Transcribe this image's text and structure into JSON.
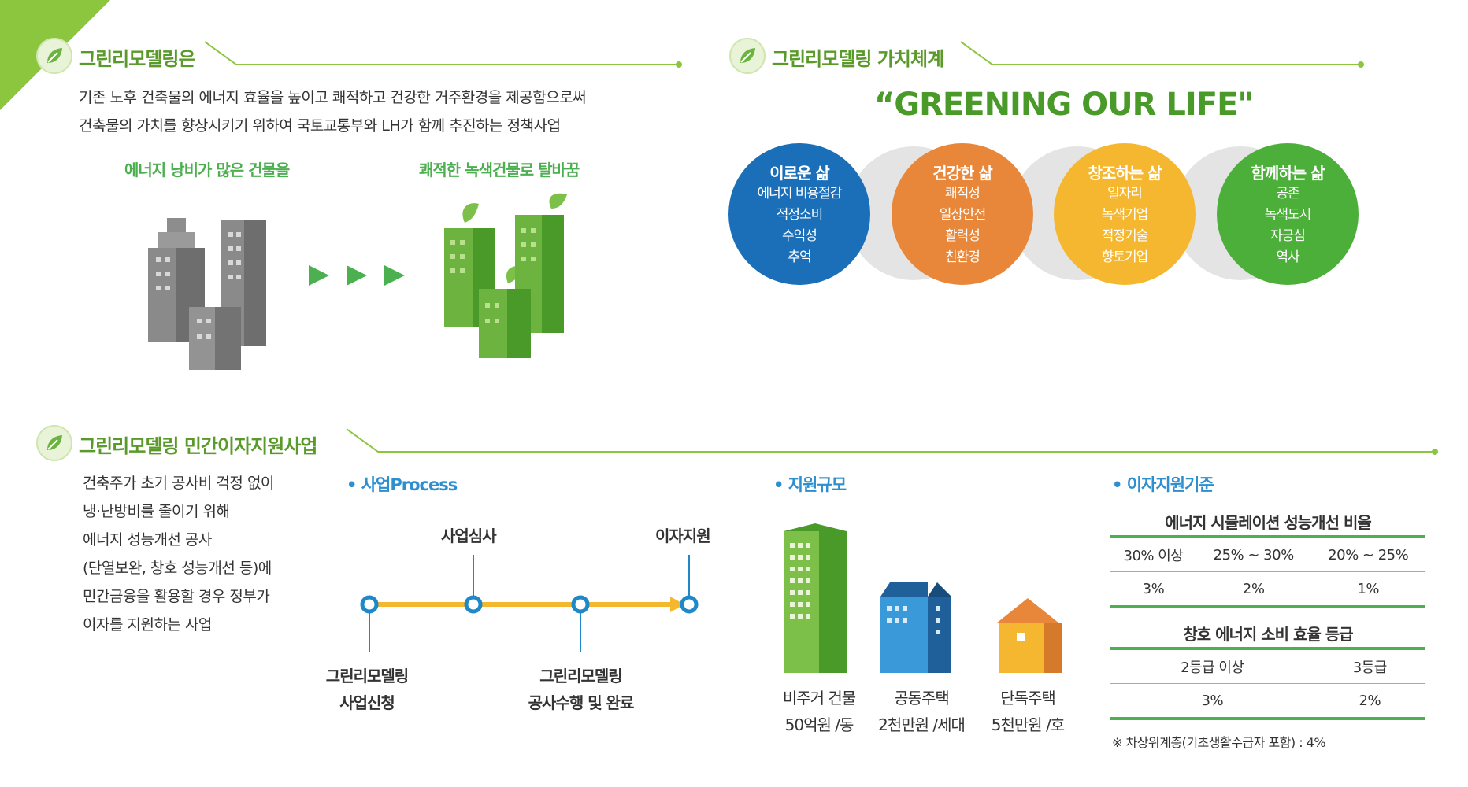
{
  "section1": {
    "title": "그린리모델링은",
    "lines": [
      "기존 노후 건축물의 에너지 효율을 높이고 쾌적하고 건강한 거주환경을 제공함으로써",
      "건축물의 가치를 향상시키기 위하여 국토교통부와 LH가 함께 추진하는 정책사업"
    ],
    "before_label": "에너지 낭비가 많은 건물을",
    "after_label": "쾌적한 녹색건물로 탈바꿈"
  },
  "section2": {
    "title": "그린리모델링 가치체계",
    "slogan": "“GREENING OUR LIFE\"",
    "circles": [
      {
        "title": "이로운 삶",
        "items": [
          "에너지 비용절감",
          "적정소비",
          "수익성",
          "추억"
        ],
        "color": "#1a6fb8"
      },
      {
        "title": "건강한 삶",
        "items": [
          "쾌적성",
          "일상안전",
          "활력성",
          "친환경"
        ],
        "color": "#e8873a"
      },
      {
        "title": "창조하는 삶",
        "items": [
          "일자리",
          "녹색기업",
          "적정기술",
          "향토기업"
        ],
        "color": "#f5b730"
      },
      {
        "title": "함께하는 삶",
        "items": [
          "공존",
          "녹색도시",
          "자긍심",
          "역사"
        ],
        "color": "#4caf3a"
      }
    ]
  },
  "section3": {
    "title": "그린리모델링 민간이자지원사업",
    "intro": [
      "건축주가 초기 공사비 걱정 없이",
      "냉·난방비를 줄이기 위해",
      "에너지 성능개선 공사",
      "(단열보완, 창호 성능개선 등)에",
      "민간금융을 활용할 경우 정부가",
      "이자를 지원하는 사업"
    ],
    "process": {
      "heading": "• 사업Process",
      "top_labels": [
        "사업심사",
        "이자지원"
      ],
      "bottom_label_1": [
        "그린리모델링",
        "사업신청"
      ],
      "bottom_label_2": [
        "그린리모델링",
        "공사수행 및 완료"
      ]
    },
    "scale": {
      "heading": "• 지원규모",
      "items": [
        {
          "name": "비주거 건물",
          "amount": "50억원 /동"
        },
        {
          "name": "공동주택",
          "amount": "2천만원 /세대"
        },
        {
          "name": "단독주택",
          "amount": "5천만원 /호"
        }
      ]
    },
    "criteria": {
      "heading": "• 이자지원기준",
      "table1": {
        "title": "에너지 시뮬레이션 성능개선 비율",
        "headers": [
          "30% 이상",
          "25% ~ 30%",
          "20% ~ 25%"
        ],
        "values": [
          "3%",
          "2%",
          "1%"
        ]
      },
      "table2": {
        "title": "창호 에너지 소비 효율 등급",
        "headers": [
          "2등급 이상",
          "3등급"
        ],
        "values": [
          "3%",
          "2%"
        ]
      },
      "note": "※ 차상위계층(기초생활수급자 포함) : 4%"
    }
  }
}
